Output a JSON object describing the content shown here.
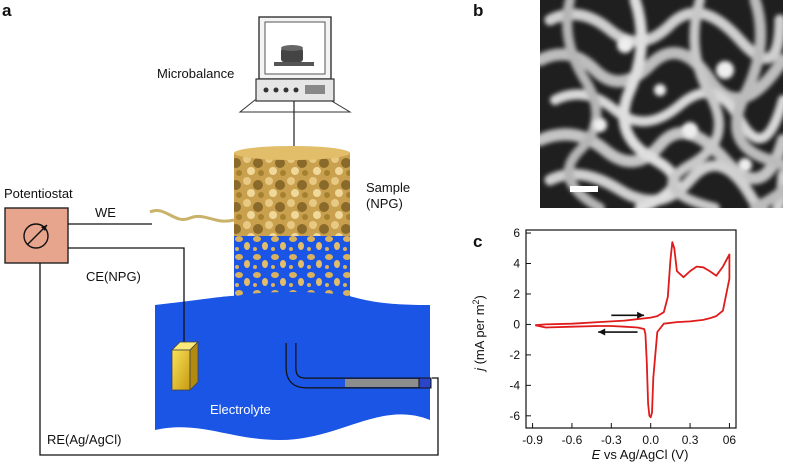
{
  "panels": {
    "a": "a",
    "b": "b",
    "c": "c"
  },
  "schematic": {
    "microbalance": "Microbalance",
    "potentiostat": "Potentiostat",
    "we": "WE",
    "ce": "CE(NPG)",
    "re": "RE(Ag/AgCl)",
    "sample_line1": "Sample",
    "sample_line2": "(NPG)",
    "electrolyte": "Electrolyte"
  },
  "colors": {
    "potentiostat_fill": "#e8a58d",
    "electrolyte_blue": "#1a55e6",
    "gold": "#d9b260",
    "curve_red": "#e01b1b"
  },
  "chart_data": {
    "type": "line",
    "xlabel_italic": "E",
    "xlabel_rest": " vs Ag/AgCl (V)",
    "ylabel_italic": "j",
    "ylabel_rest": " (mA per m",
    "ylabel_sup": "2",
    "ylabel_end": ")",
    "xlim": [
      -0.95,
      0.65
    ],
    "ylim": [
      -6.8,
      6.2
    ],
    "x_ticks": [
      -0.9,
      -0.6,
      -0.3,
      0.0,
      0.3,
      0.6
    ],
    "x_tick_labels": [
      "-0.9",
      "-0.6",
      "-0.3",
      "0.0",
      "0.3",
      "06"
    ],
    "y_ticks": [
      -6,
      -4,
      -2,
      0,
      2,
      4,
      6
    ],
    "y_tick_labels": [
      "-6",
      "-4",
      "-2",
      "0",
      "2",
      "4",
      "6"
    ],
    "series": [
      {
        "x": [
          -0.88,
          -0.8,
          -0.6,
          -0.4,
          -0.3,
          -0.2,
          -0.1,
          0.0,
          0.05,
          0.1,
          0.13,
          0.15,
          0.165,
          0.18,
          0.2,
          0.25,
          0.3,
          0.35,
          0.4,
          0.45,
          0.5,
          0.55,
          0.6,
          0.6,
          0.55,
          0.5,
          0.45,
          0.4,
          0.3,
          0.2,
          0.1,
          0.05,
          0.02,
          0.01,
          0.0,
          -0.01,
          -0.02,
          -0.03,
          -0.04,
          -0.05,
          -0.1,
          -0.2,
          -0.3,
          -0.4,
          -0.6,
          -0.8,
          -0.88
        ],
        "y": [
          -0.05,
          0.0,
          0.05,
          0.15,
          0.2,
          0.25,
          0.35,
          0.45,
          0.55,
          0.8,
          1.8,
          4.2,
          5.4,
          5.0,
          3.5,
          3.1,
          3.5,
          3.8,
          3.75,
          3.5,
          3.2,
          3.8,
          4.6,
          3.0,
          0.9,
          0.55,
          0.4,
          0.3,
          0.2,
          0.15,
          0.05,
          -0.5,
          -3.5,
          -5.8,
          -6.1,
          -6.0,
          -5.2,
          -2.5,
          -0.6,
          -0.3,
          -0.2,
          -0.15,
          -0.1,
          -0.1,
          -0.15,
          -0.2,
          -0.05
        ]
      }
    ],
    "arrows": [
      {
        "direction": "right",
        "x_start": -0.3,
        "x_end": -0.05,
        "y": 0.6
      },
      {
        "direction": "left",
        "x_start": -0.1,
        "x_end": -0.4,
        "y": -0.5
      }
    ]
  }
}
